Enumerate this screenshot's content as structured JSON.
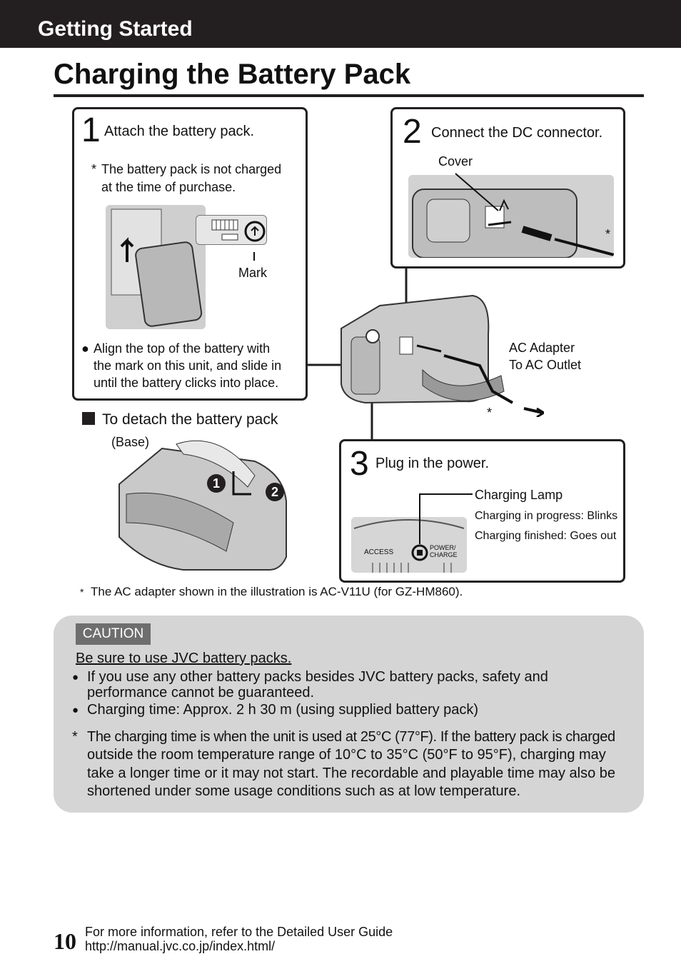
{
  "header": {
    "section": "Getting Started"
  },
  "page_title": "Charging the Battery Pack",
  "step1": {
    "number": "1",
    "label": "Attach the battery pack.",
    "note_star": "*",
    "note": "The battery pack is not charged",
    "note2": "at the time of purchase.",
    "mark_label": "Mark",
    "bullet": "●",
    "instruction_1": "Align the top of the battery with",
    "instruction_2": "the mark on this unit, and slide in",
    "instruction_3": "until the battery clicks into place."
  },
  "step2": {
    "number": "2",
    "label": "Connect the DC connector.",
    "cover_label": "Cover",
    "star": "*"
  },
  "middle": {
    "ac_adapter": "AC Adapter",
    "ac_outlet": "To AC Outlet",
    "star": "*"
  },
  "detach": {
    "heading": "To detach the battery pack",
    "base_label": "(Base)",
    "marker1": "1",
    "marker2": "2"
  },
  "step3": {
    "number": "3",
    "label": "Plug in the power.",
    "lamp_label": "Charging Lamp",
    "status_1": "Charging in progress: Blinks",
    "status_2": "Charging finished: Goes out",
    "access_text": "ACCESS",
    "power_text": "POWER/\nCHARGE"
  },
  "footnote": {
    "star": "*",
    "text": "The AC adapter shown in the illustration is AC-V11U (for GZ-HM860)."
  },
  "caution": {
    "tag": "CAUTION",
    "heading": "Be sure to use JVC battery packs.",
    "bullet": "●",
    "item1_a": "If you use any other battery packs besides JVC battery packs, safety and",
    "item1_b": "performance cannot be guaranteed.",
    "item2": "Charging time: Approx. 2 h 30 m (using supplied battery pack)",
    "note_star": "*",
    "note_1": "The charging time is when the unit is used at 25°C (77°F). If the battery pack is charged",
    "note_2": "outside the room temperature range of 10°C to 35°C (50°F to 95°F), charging may",
    "note_3": "take a longer time or it may not start. The recordable and playable time may also be",
    "note_4": "shortened under some usage conditions such as at low temperature."
  },
  "footer": {
    "page_number": "10",
    "line1": "For more information, refer to the Detailed User Guide",
    "line2": "http://manual.jvc.co.jp/index.html/"
  }
}
